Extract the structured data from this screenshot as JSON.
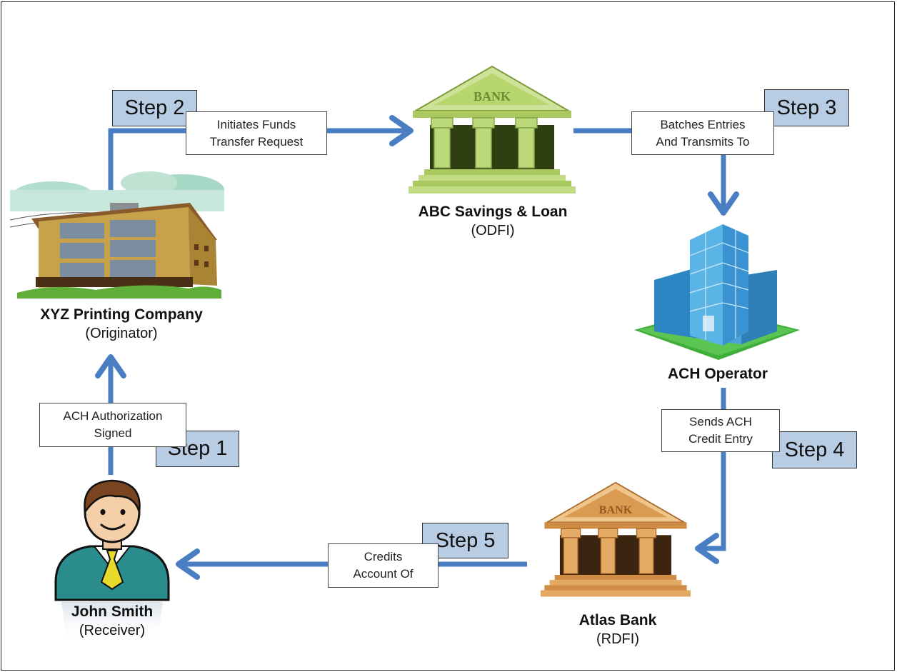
{
  "steps": {
    "s1": "Step 1",
    "s2": "Step 2",
    "s3": "Step 3",
    "s4": "Step 4",
    "s5": "Step 5"
  },
  "labels": {
    "l1": [
      "ACH Authorization",
      "Signed"
    ],
    "l2": [
      "Initiates Funds",
      "Transfer Request"
    ],
    "l3": [
      "Batches Entries",
      "And Transmits To"
    ],
    "l4": [
      "Sends ACH",
      "Credit Entry"
    ],
    "l5": [
      "Credits",
      "Account Of"
    ]
  },
  "entities": {
    "originator": {
      "name": "XYZ Printing Company",
      "role": "(Originator)",
      "icon": "office-building-icon"
    },
    "odfi": {
      "name": "ABC Savings & Loan",
      "role": "(ODFI)",
      "icon": "bank-icon",
      "sign": "BANK"
    },
    "operator": {
      "name": "ACH Operator",
      "icon": "glass-building-icon"
    },
    "rdfi": {
      "name": "Atlas Bank",
      "role": "(RDFI)",
      "icon": "bank-icon",
      "sign": "BANK"
    },
    "receiver": {
      "name": "John Smith",
      "role": "(Receiver)",
      "icon": "person-icon"
    }
  },
  "colors": {
    "arrow": "#4a7ec3",
    "step_fill": "#b8cce4",
    "odfi_bank": "#b7d66d",
    "rdfi_bank": "#d99a52",
    "operator_glass": "#4aa4dc",
    "lawn": "#3fae3a"
  }
}
